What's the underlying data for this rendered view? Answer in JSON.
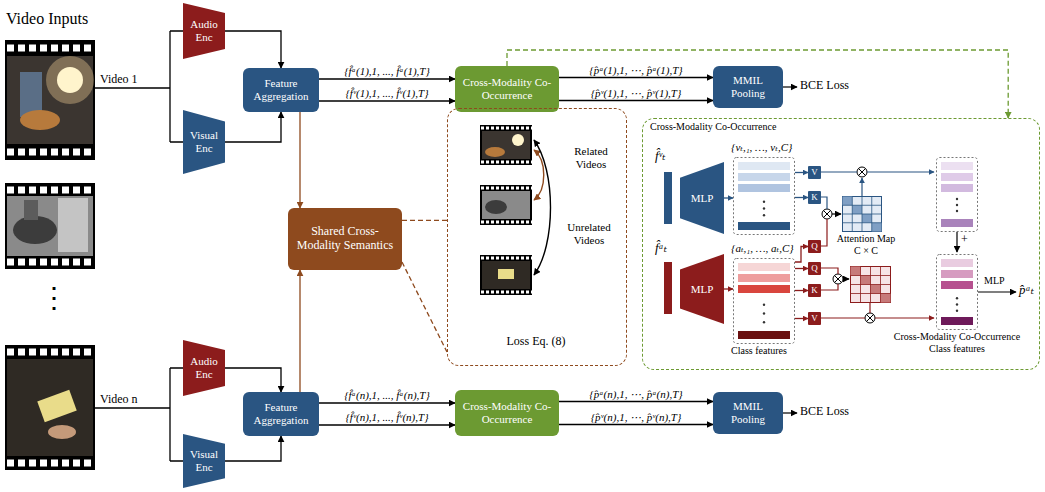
{
  "diagram": {
    "nodes": [
      {
        "text": [
          "Audio Enc"
        ]
      },
      {
        "text": [
          "Visual Enc"
        ]
      },
      {
        "text": [
          "Feature Aggregation"
        ]
      },
      {
        "text": [
          "Cross-Modality Co-Occurrence"
        ]
      },
      {
        "text": [
          "MMIL Pooling"
        ]
      },
      {
        "text": [
          "Shared Cross-Modality Semantics"
        ]
      },
      {
        "text": [
          "Related Videos",
          "Unrelated Videos",
          "Loss Eq. (8)"
        ]
      },
      {
        "text": [
          "Cross-Modality Co-Occurrence"
        ]
      },
      {
        "text": [
          "MLP"
        ],
        "in": 7
      },
      {
        "text": [
          "{vₜ,₁, …, vₜ,C}"
        ],
        "in": 7
      },
      {
        "text": [
          "V"
        ],
        "in": 7
      },
      {
        "text": [
          "K"
        ],
        "in": 7
      },
      {
        "text": [
          "Q"
        ],
        "in": 7
      },
      {
        "text": [
          "Attention Map C × C"
        ],
        "in": 7
      },
      {
        "text": [
          "MLP"
        ],
        "in": 7
      },
      {
        "text": [
          "{aₜ,₁, …, aₜ,C}",
          "Class features"
        ],
        "in": 7
      },
      {
        "text": [
          "Q"
        ],
        "in": 7
      },
      {
        "text": [
          "K"
        ],
        "in": 7
      },
      {
        "text": [
          "V"
        ],
        "in": 7
      },
      {
        "text": [
          "Cross-Modality Co-Occurrence Class features"
        ],
        "in": 7
      },
      {
        "text": [
          "Audio Enc"
        ]
      },
      {
        "text": [
          "Visual Enc"
        ]
      },
      {
        "text": [
          "Feature Aggregation"
        ]
      },
      {
        "text": [
          "Cross-Modality Co-Occurrence"
        ]
      },
      {
        "text": [
          "MMIL Pooling"
        ]
      }
    ],
    "edges": [
      {
        "from": 0,
        "to": 2,
        "arrow": "to"
      },
      {
        "from": 1,
        "to": 2,
        "arrow": "to"
      },
      {
        "from": 2,
        "to": 3,
        "arrow": "to",
        "label": "{f̂ᵃ(1),1, ..., f̂ᵃ(1),T}"
      },
      {
        "from": 2,
        "to": 3,
        "arrow": "to",
        "label": "{f̂ᵛ(1),1, ..., f̂ᵛ(1),T}"
      },
      {
        "from": 3,
        "to": 4,
        "arrow": "to",
        "label": "{p̂ᵃ(1),1, ⋯, p̂ᵃ(1),T}"
      },
      {
        "from": 3,
        "to": 4,
        "arrow": "to",
        "label": "{p̂ᵛ(1),1, ⋯, p̂ᵛ(1),T}"
      },
      {
        "from": 2,
        "to": 5,
        "arrow": "to"
      },
      {
        "from": 22,
        "to": 5,
        "arrow": "to"
      },
      {
        "from": 3,
        "to": 7,
        "arrow": "to"
      },
      {
        "from": 5,
        "to": 6,
        "arrow": "none"
      },
      {
        "from": 8,
        "to": 9,
        "arrow": "to"
      },
      {
        "from": 9,
        "to": 10,
        "arrow": "to"
      },
      {
        "from": 9,
        "to": 11,
        "arrow": "to"
      },
      {
        "from": 15,
        "to": 12,
        "arrow": "to"
      },
      {
        "from": 14,
        "to": 15,
        "arrow": "to"
      },
      {
        "from": 15,
        "to": 16,
        "arrow": "to"
      },
      {
        "from": 15,
        "to": 17,
        "arrow": "to"
      },
      {
        "from": 15,
        "to": 18,
        "arrow": "to"
      },
      {
        "from": 20,
        "to": 22,
        "arrow": "to"
      },
      {
        "from": 21,
        "to": 22,
        "arrow": "to"
      },
      {
        "from": 22,
        "to": 23,
        "arrow": "to",
        "label": "{f̂ᵃ(n),1, ..., f̂ᵃ(n),T}"
      },
      {
        "from": 22,
        "to": 23,
        "arrow": "to",
        "label": "{f̂ᵛ(n),1, ..., f̂ᵛ(n),T}"
      },
      {
        "from": 23,
        "to": 24,
        "arrow": "to",
        "label": "{p̂ᵃ(n),1, ⋯, p̂ᵃ(n),T}"
      },
      {
        "from": 23,
        "to": 24,
        "arrow": "to",
        "label": "{p̂ᵛ(n),1, ⋯, p̂ᵛ(n),T}"
      }
    ],
    "labels": [
      "Video Inputs",
      "Video 1",
      "⋮",
      "Video n",
      "BCE Loss",
      "BCE Loss",
      "f̂ᵛₜ",
      "f̂ᵃₜ",
      "+",
      "MLP",
      "p̂ᵃₜ"
    ]
  }
}
